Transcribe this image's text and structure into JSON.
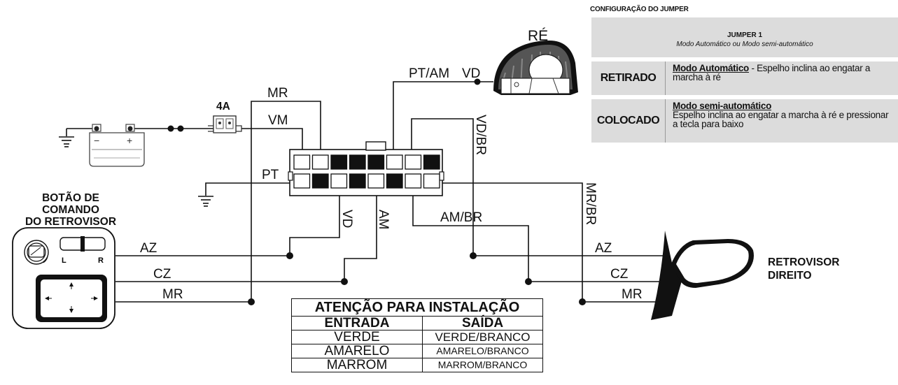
{
  "battery_fuse": {
    "fuse": "4A",
    "minus": "−",
    "plus": "+"
  },
  "reverse_light": {
    "label": "RÉ"
  },
  "control_button": {
    "title_lines": [
      "BOTÃO DE",
      "COMANDO",
      "DO RETROVISOR"
    ],
    "left": "L",
    "right": "R"
  },
  "mirror": {
    "title_lines": [
      "RETROVISOR",
      "DIREITO"
    ]
  },
  "wires": {
    "mr_top": "MR",
    "vm": "VM",
    "pt": "PT",
    "pt_am": "PT/AM",
    "vd_top": "VD",
    "vd_br": "VD/BR",
    "mr_br": "MR/BR",
    "vd": "VD",
    "am": "AM",
    "am_br": "AM/BR",
    "az_left": "AZ",
    "cz_left": "CZ",
    "mr_left": "MR",
    "az_right": "AZ",
    "cz_right": "CZ",
    "mr_right": "MR"
  },
  "connector": {
    "top_row": [
      "white",
      "white",
      "black",
      "black",
      "black",
      "white",
      "white",
      "black"
    ],
    "bottom_row": [
      "white",
      "black",
      "white",
      "black",
      "white",
      "black",
      "white",
      "white"
    ]
  },
  "jumper_config": {
    "section_title": "CONFIGURAÇÃO DO JUMPER",
    "header_title": "JUMPER 1",
    "header_subtitle": "Modo Automático ou Modo semi-automático",
    "rows": [
      {
        "key": "RETIRADO",
        "mode": "Modo Automático",
        "text": " - Espelho inclina ao engatar a marcha à ré"
      },
      {
        "key": "COLOCADO",
        "mode": "Modo semi-automático",
        "text": "Espelho inclina ao engatar a marcha à ré e pressionar a tecla para baixo"
      }
    ]
  },
  "installation": {
    "title": "ATENÇÃO PARA INSTALAÇÃO",
    "col_in": "ENTRADA",
    "col_out": "SAÍDA",
    "rows": [
      {
        "in": "VERDE",
        "out": "VERDE/BRANCO"
      },
      {
        "in": "AMARELO",
        "out": "AMARELO/BRANCO"
      },
      {
        "in": "MARROM",
        "out": "MARROM/BRANCO"
      }
    ]
  }
}
